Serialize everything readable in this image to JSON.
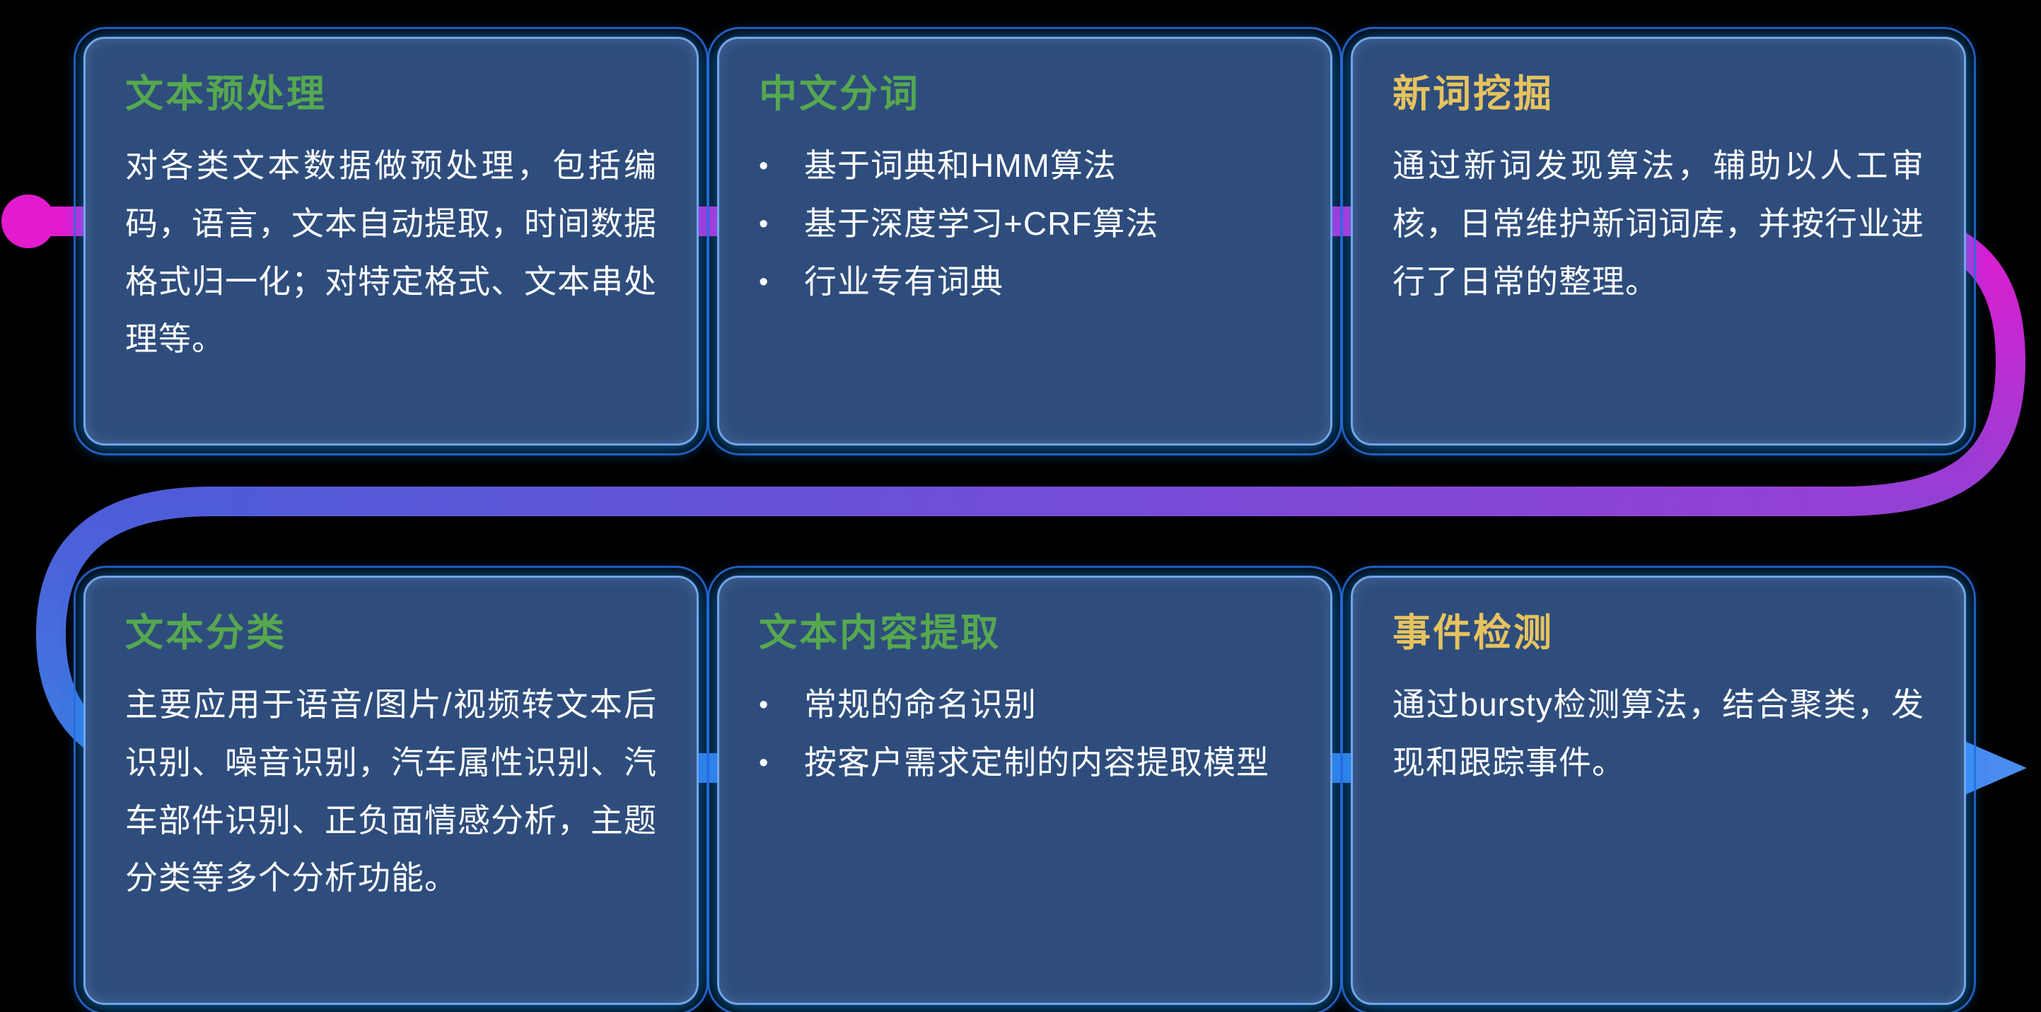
{
  "diagram": {
    "description": "NLP pipeline feature cards connected by a serpentine flow line",
    "flow": {
      "start_marker": "dot",
      "end_marker": "arrow-right",
      "direction": "row1 left-to-right, curve down right side, back across, curve down left side, row2 left-to-right"
    }
  },
  "cards": [
    {
      "title": "文本预处理",
      "title_color": "green",
      "paragraph": "对各类文本数据做预处理，包括编码，语言，文本自动提取，时间数据格式归一化；对特定格式、文本串处理等。"
    },
    {
      "title": "中文分词",
      "title_color": "green",
      "bullets": [
        "基于词典和HMM算法",
        "基于深度学习+CRF算法",
        "行业专有词典"
      ]
    },
    {
      "title": "新词挖掘",
      "title_color": "yellow",
      "paragraph": "通过新词发现算法，辅助以人工审核，日常维护新词词库，并按行业进行了日常的整理。"
    },
    {
      "title": "文本分类",
      "title_color": "green",
      "paragraph": "主要应用于语音/图片/视频转文本后识别、噪音识别，汽车属性识别、汽车部件识别、正负面情感分析，主题分类等多个分析功能。"
    },
    {
      "title": "文本内容提取",
      "title_color": "green",
      "bullets": [
        "常规的命名识别",
        "按客户需求定制的内容提取模型"
      ]
    },
    {
      "title": "事件检测",
      "title_color": "yellow",
      "paragraph": "通过bursty检测算法，结合聚类，发现和跟踪事件。"
    }
  ],
  "colors": {
    "magenta": "#E21BCF",
    "purple": "#9440D4",
    "indigo": "#4F5BD8",
    "blue": "#3D7DE2",
    "arrow": "#4A8CF0",
    "card_bg": "#2E4D7D",
    "card_border": "#73A5E7",
    "outline": "#2B66D9",
    "title_green": "#56A84F",
    "title_yellow": "#E7C35E",
    "body_text": "#FFFFFF"
  }
}
